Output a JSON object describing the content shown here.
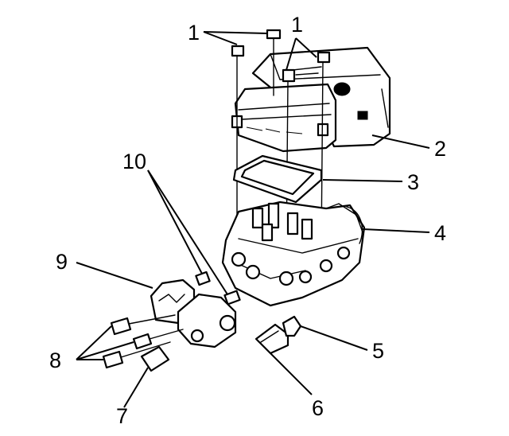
{
  "callouts": {
    "c1a": "1",
    "c1b": "1",
    "c2": "2",
    "c3": "3",
    "c4": "4",
    "c5": "5",
    "c6": "6",
    "c7": "7",
    "c8": "8",
    "c9": "9",
    "c10": "10"
  },
  "colors": {
    "ink": "#000000",
    "paper": "#ffffff"
  }
}
